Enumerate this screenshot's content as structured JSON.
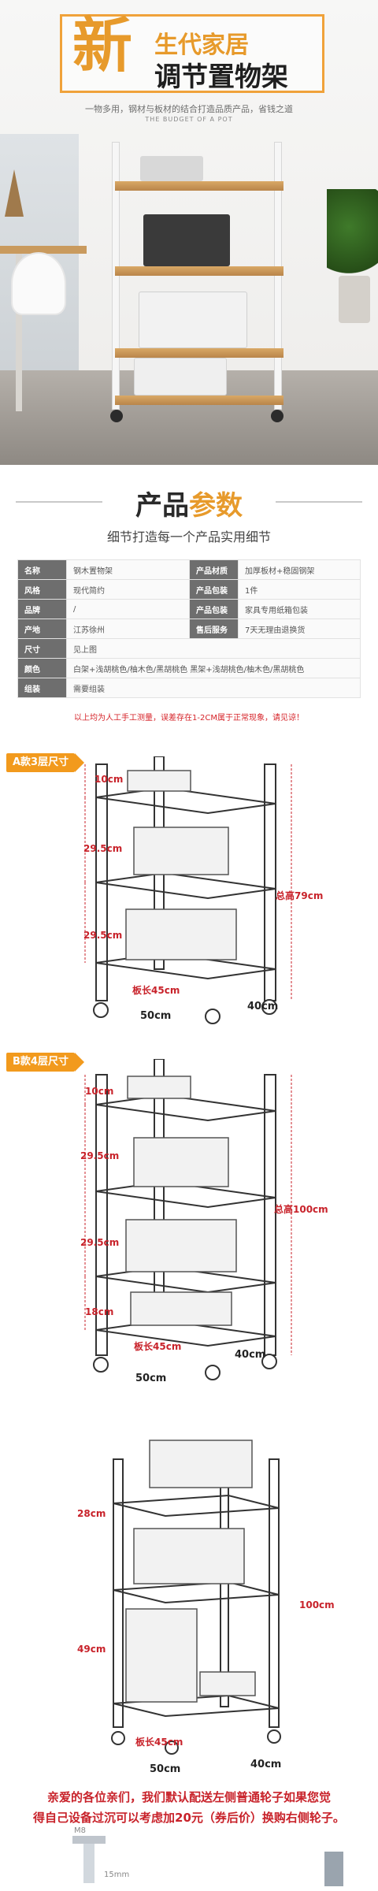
{
  "hero": {
    "badge": "新",
    "line1": "生代家居",
    "line2": "调节置物架",
    "subtitle": "一物多用，钢材与板材的结合打造品质产品，省钱之道",
    "subtitle_en": "THE BUDGET OF A POT"
  },
  "section": {
    "title_a": "产品",
    "title_b": "参数",
    "subtitle": "细节打造每一个产品实用细节"
  },
  "params": {
    "rows": [
      {
        "k1": "名称",
        "v1": "钢木置物架",
        "k2": "产品材质",
        "v2": "加厚板材+稳固钢架"
      },
      {
        "k1": "风格",
        "v1": "现代简约",
        "k2": "产品包装",
        "v2": "1件"
      },
      {
        "k1": "品牌",
        "v1": "/",
        "k2": "产品包装",
        "v2": "家具专用纸箱包装"
      },
      {
        "k1": "产地",
        "v1": "江苏徐州",
        "k2": "售后服务",
        "v2": "7天无理由退换货"
      }
    ],
    "size_key": "尺寸",
    "size_val": "见上图",
    "color_key": "颜色",
    "color_val": "白架+浅胡桃色/柚木色/黑胡桃色  黑架+浅胡桃色/柚木色/黑胡桃色",
    "assembly_key": "组装",
    "assembly_val": "需要组装"
  },
  "note": "以上均为人工手工测量，误差存在1-2CM属于正常现象，请见谅！",
  "a": {
    "tag": "A款3层尺寸",
    "d_top": "10cm",
    "d_mid1": "29.5cm",
    "d_mid2": "29.5cm",
    "height": "总高79cm",
    "depth": "板长45cm",
    "width": "50cm",
    "side": "40cm"
  },
  "b": {
    "tag": "B款4层尺寸",
    "d_top": "10cm",
    "d_mid1": "29.5cm",
    "d_mid2": "29.5cm",
    "d_low": "18cm",
    "height": "总高100cm",
    "depth": "板长45cm",
    "width": "50cm",
    "side": "40cm"
  },
  "c": {
    "d_top": "28cm",
    "d_low": "49cm",
    "height": "100cm",
    "depth": "板长45cm",
    "width": "50cm",
    "side": "40cm"
  },
  "footer": {
    "line1": "亲爱的各位亲们，我们默认配送左侧普通轮子如果您觉",
    "line2": "得自己设备过沉可以考虑加20元（券后价）换购右侧轮子。"
  },
  "bolt": {
    "m8": "M8",
    "mm15": "15mm"
  },
  "colors": {
    "accent": "#e79a2b",
    "tag": "#f29a1d",
    "red": "#c8222a"
  }
}
